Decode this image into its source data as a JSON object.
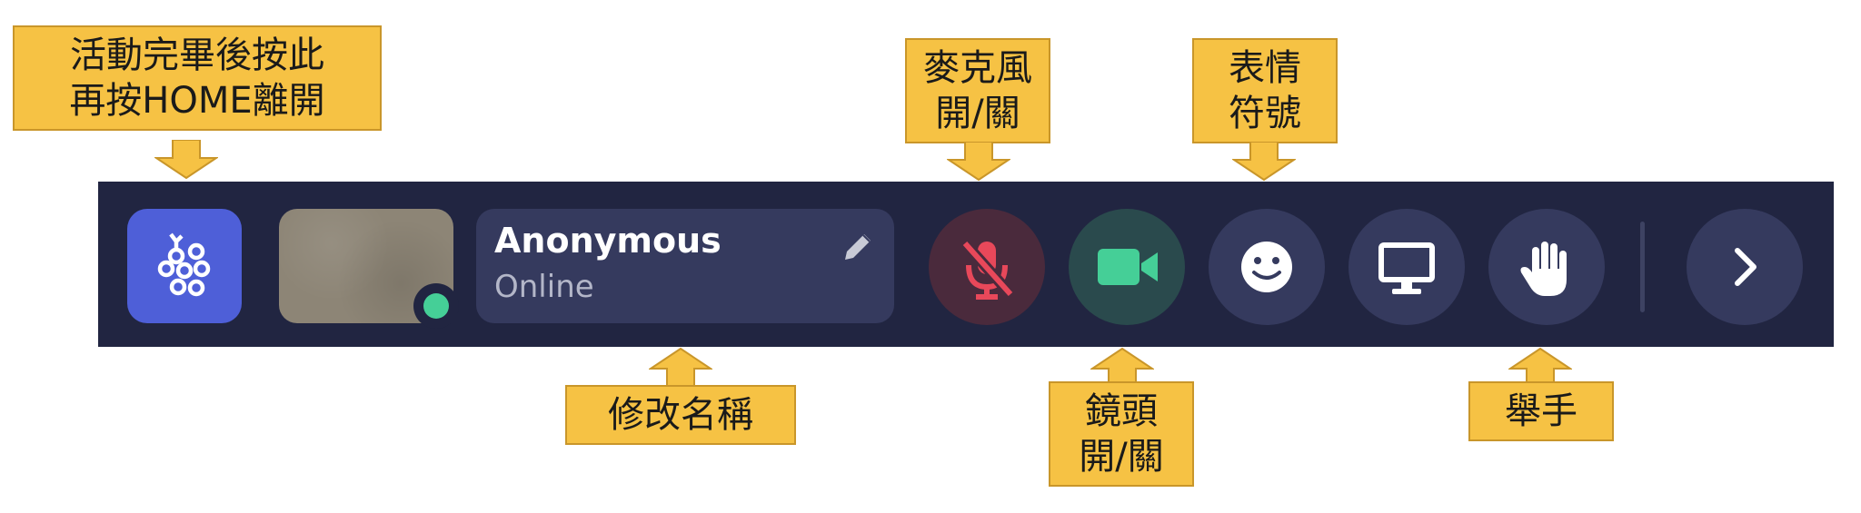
{
  "callouts": {
    "leave": {
      "line1": "活動完畢後按此",
      "line2": "再按HOME離開"
    },
    "mic": {
      "line1": "麥克風",
      "line2": "開/關"
    },
    "emoji": {
      "line1": "表情",
      "line2": "符號"
    },
    "rename": {
      "line1": "修改名稱"
    },
    "camera": {
      "line1": "鏡頭",
      "line2": "開/關"
    },
    "raise_hand": {
      "line1": "舉手"
    }
  },
  "toolbar": {
    "user_name": "Anonymous",
    "user_status": "Online",
    "microphone_state": "muted",
    "camera_state": "on",
    "icons": {
      "logo": "grape-cluster-icon",
      "edit": "pencil-icon",
      "microphone": "microphone-off-icon",
      "camera": "video-camera-icon",
      "emoji": "smiley-icon",
      "screen_share": "monitor-icon",
      "raise_hand": "hand-icon",
      "expand": "chevron-right-icon"
    }
  },
  "colors": {
    "callout_fill": "#f6c244",
    "toolbar_bg": "#212541",
    "button_bg": "#353a5e",
    "logo_bg": "#4e5fd8",
    "mic_muted": "#e8485a",
    "camera_on": "#45cf97",
    "online_dot": "#45cf97"
  }
}
